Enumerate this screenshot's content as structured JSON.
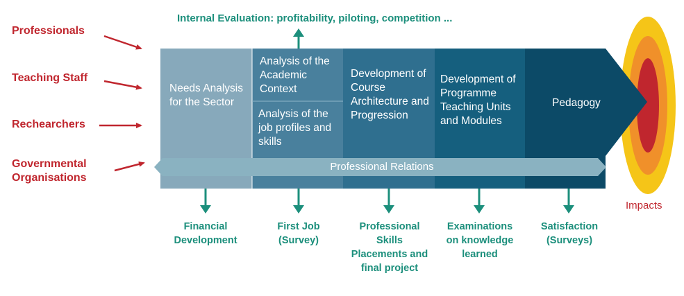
{
  "inputs": [
    {
      "label": "Professionals"
    },
    {
      "label": "Teaching Staff"
    },
    {
      "label": "Rechearchers"
    },
    {
      "label": "Governmental Organisations"
    }
  ],
  "top_evaluation": "Internal Evaluation: profitability, piloting, competition ...",
  "stages": [
    {
      "label": "Needs Analysis for the Sector"
    },
    {
      "label": "Analysis of the Academic Context"
    },
    {
      "label": "Analysis of the job profiles and skills"
    },
    {
      "label": "Development of Course Architecture and Progression"
    },
    {
      "label": "Development of Programme Teaching Units and Modules"
    },
    {
      "label": "Pedagogy"
    }
  ],
  "relations_label": "Professional Relations",
  "impacts_label": "Impacts",
  "outcomes": [
    {
      "label": "Financial Development"
    },
    {
      "label": "First Job (Survey)"
    },
    {
      "label": "Professional Skills Placements and final project"
    },
    {
      "label": "Examinations on knowledge learned"
    },
    {
      "label": "Satisfaction (Surveys)"
    }
  ],
  "colors": {
    "input_red": "#c0262e",
    "teal_text": "#1c8f7c",
    "stage_1": "#87a9bb",
    "stage_2": "#49809d",
    "stage_3": "#2f6f8f",
    "stage_4": "#155f7e",
    "stage_5": "#0c4a67",
    "relations_bar": "#8ab2c1",
    "ring_outer": "#f5c518",
    "ring_middle": "#f0902a",
    "ring_inner": "#c0262e"
  }
}
